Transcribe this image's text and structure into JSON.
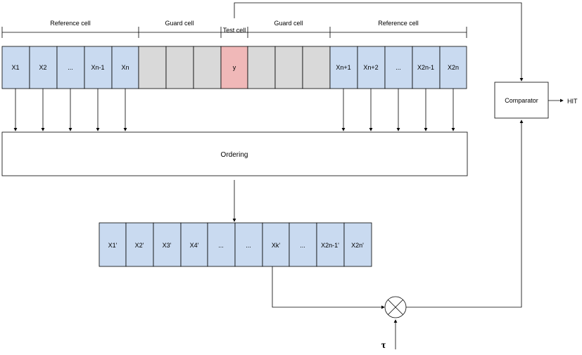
{
  "top_labels": {
    "ref_left": "Reference cell",
    "guard_left": "Guard cell",
    "test": "Test cell",
    "guard_right": "Guard cell",
    "ref_right": "Reference cell"
  },
  "top_cells": {
    "left_ref": [
      "X1",
      "X2",
      "...",
      "Xn-1",
      "Xn"
    ],
    "test": "y",
    "right_ref": [
      "Xn+1",
      "Xn+2",
      "...",
      "X2n-1",
      "X2n"
    ]
  },
  "ordering_label": "Ordering",
  "bottom_cells": [
    "X1'",
    "X2'",
    "X3'",
    "X4'",
    "...",
    "...",
    "Xk'",
    "...",
    "X2n-1'",
    "X2n'"
  ],
  "comparator_label": "Comparator",
  "output_label": "HIT",
  "tau_label": "τ",
  "colors": {
    "ref_fill": "#c9daf0",
    "guard_fill": "#d9d9d9",
    "test_fill": "#f0b8b8"
  }
}
